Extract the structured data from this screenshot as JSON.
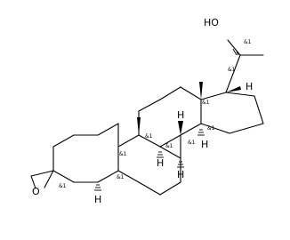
{
  "molecule": {
    "atom_labels": {
      "hydroxyl": "HO",
      "epoxide_oxygen": "O",
      "hydrogen": "H"
    },
    "stereo_label": "&1"
  }
}
